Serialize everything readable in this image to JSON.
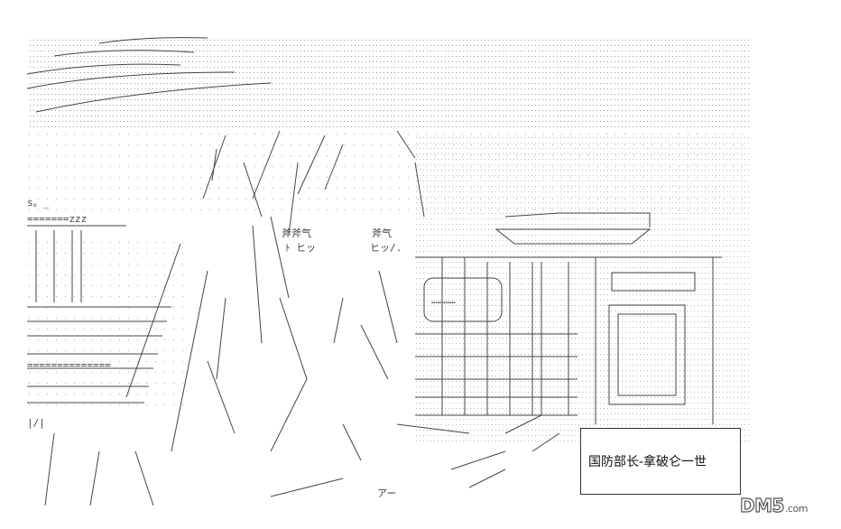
{
  "caption": "国防部长-拿破仑一世",
  "watermark": {
    "brand": "DM5",
    "domain": ".com"
  }
}
